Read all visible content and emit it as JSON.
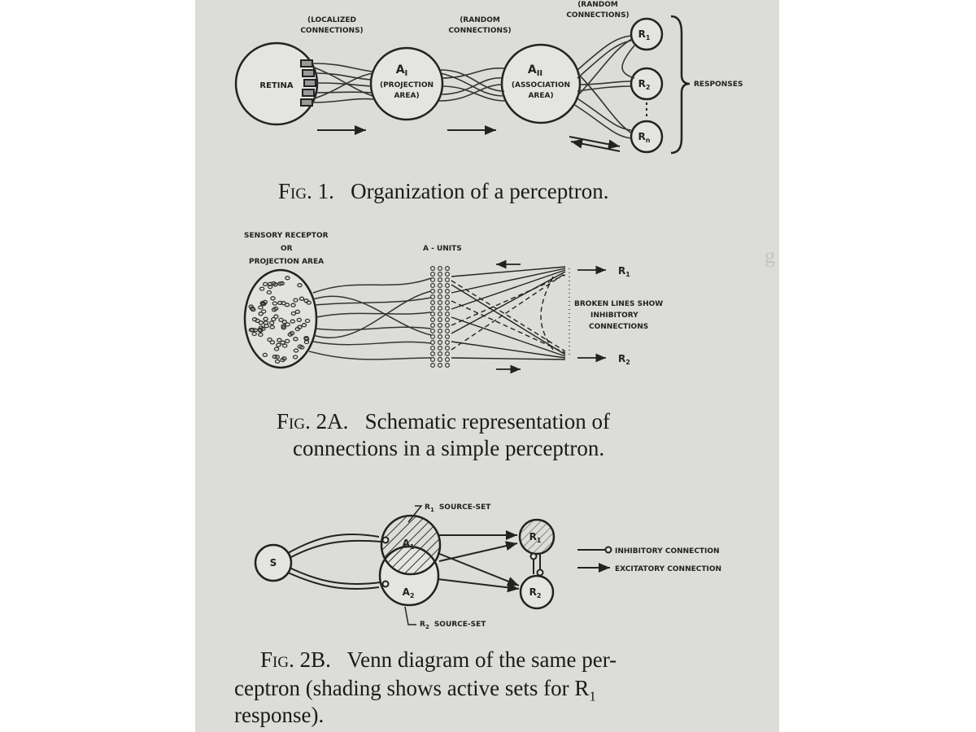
{
  "fig1": {
    "labels": {
      "localized": [
        "(LOCALIZED",
        "CONNECTIONS)"
      ],
      "random1": [
        "(RANDOM",
        "CONNECTIONS)"
      ],
      "random2": [
        "(RANDOM",
        "CONNECTIONS)"
      ],
      "retina": "RETINA",
      "a1_title": "A",
      "a1_sub": "I",
      "a1_desc": [
        "(PROJECTION",
        "AREA)"
      ],
      "a2_title": "A",
      "a2_sub": "II",
      "a2_desc": [
        "(ASSOCIATION",
        "AREA)"
      ],
      "r1": "R",
      "r1_sub": "1",
      "r2": "R",
      "r2_sub": "2",
      "rn": "R",
      "rn_sub": "n",
      "responses": "RESPONSES"
    },
    "caption_prefix": "Fig. 1.",
    "caption_text": "Organization of a perceptron."
  },
  "fig2a": {
    "labels": {
      "sensory": [
        "SENSORY RECEPTOR",
        "OR",
        "PROJECTION AREA"
      ],
      "a_units": "A - UNITS",
      "r1": "R",
      "r1_sub": "1",
      "r2": "R",
      "r2_sub": "2",
      "broken": [
        "BROKEN LINES SHOW",
        "INHIBITORY",
        "CONNECTIONS"
      ]
    },
    "caption_prefix": "Fig. 2A.",
    "caption_line1": "Schematic representation of",
    "caption_line2": "connections in a simple perceptron."
  },
  "fig2b": {
    "labels": {
      "r1_source": "R",
      "r1_source_sub": "1",
      "r1_source_text": "SOURCE-SET",
      "r2_source": "R",
      "r2_source_sub": "2",
      "r2_source_text": "SOURCE-SET",
      "s": "S",
      "a1": "A",
      "a1_sub": "1",
      "a2": "A",
      "a2_sub": "2",
      "r1": "R",
      "r1_sub": "1",
      "r2": "R",
      "r2_sub": "2",
      "inhibitory": "INHIBITORY CONNECTION",
      "excitatory": "EXCITATORY CONNECTION"
    },
    "caption_prefix": "Fig. 2B.",
    "caption_line1": "Venn diagram of the same per-",
    "caption_line2": "ceptron (shading shows active sets for R",
    "caption_line2_sub": "1",
    "caption_line3": "response)."
  }
}
